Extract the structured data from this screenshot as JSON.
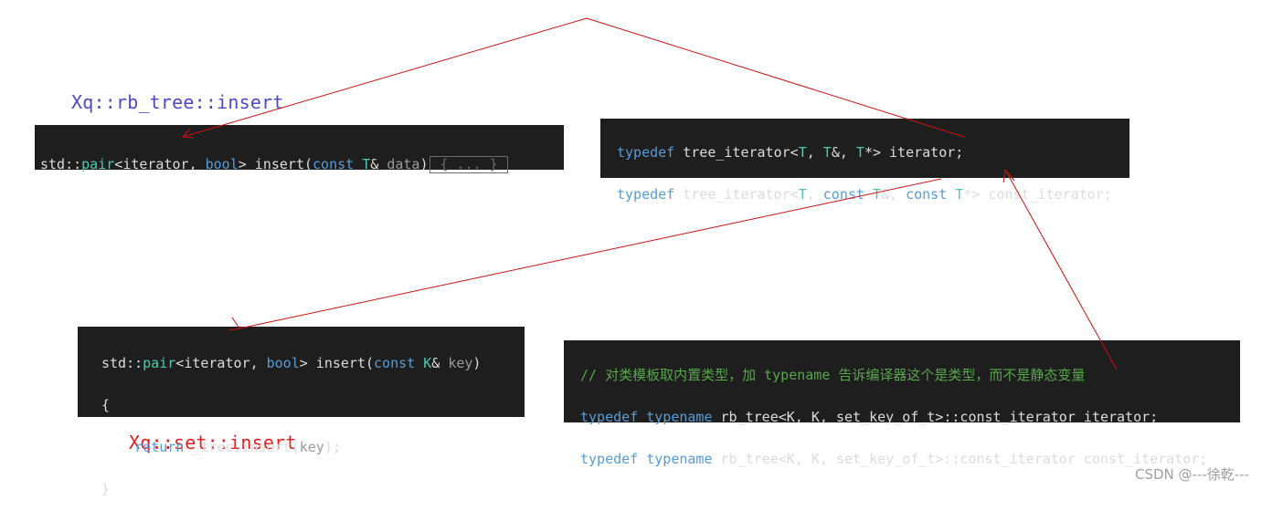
{
  "labels": {
    "rb_tree_insert": "Xq::rb_tree::insert",
    "set_insert": "Xq::set::insert"
  },
  "box1": {
    "prefix": "std::",
    "pair": "pair",
    "lt": "<",
    "iterator": "iterator",
    "comma": ", ",
    "bool": "bool",
    "gt_insert": "> insert(",
    "const": "const",
    "T": " T",
    "amp": "& ",
    "data": "data",
    "close": ")",
    "fold": "{ ... }"
  },
  "box2": {
    "line1": {
      "typedef": "typedef",
      "rest1": " tree_iterator<",
      "T1": "T",
      "c1": ", ",
      "T2": "T",
      "a1": "&, ",
      "T3": "T",
      "tail": "*> iterator;"
    },
    "line2": {
      "typedef": "typedef",
      "rest1": " tree_iterator<",
      "T1": "T",
      "c1": ", ",
      "const1": "const",
      "T2": " T",
      "a1": "&, ",
      "const2": "const",
      "T3": " T",
      "tail": "*> const_iterator;"
    }
  },
  "box3": {
    "l1_prefix": "std::",
    "l1_pair": "pair",
    "l1_lt": "<",
    "l1_iterator": "iterator",
    "l1_comma": ", ",
    "l1_bool": "bool",
    "l1_mid": "> insert(",
    "l1_const": "const",
    "l1_K": " K",
    "l1_amp": "& ",
    "l1_key": "key",
    "l1_close": ")",
    "l2": "{",
    "l3_return": "return",
    "l3_mid": " _tree.insert(",
    "l3_key": "key",
    "l3_end": ");",
    "l4": "}"
  },
  "box4": {
    "comment": "// 对类模板取内置类型，加 typename 告诉编译器这个是类型，而不是静态变量",
    "line2": {
      "typedef": "typedef",
      "typename": "typename",
      "rest": " rb_tree<K, K, set_key_of_t>::const_iterator iterator;"
    },
    "line3": {
      "typedef": "typedef",
      "typename": "typename",
      "rest": " rb_tree<K, K, set_key_of_t>::const_iterator const_iterator;"
    }
  },
  "watermark": "CSDN @---徐乾---",
  "colors": {
    "label_blue": "#4a4ac8",
    "label_red": "#e02020",
    "arrow": "#cc1111",
    "code_bg": "#1e1e1e"
  }
}
